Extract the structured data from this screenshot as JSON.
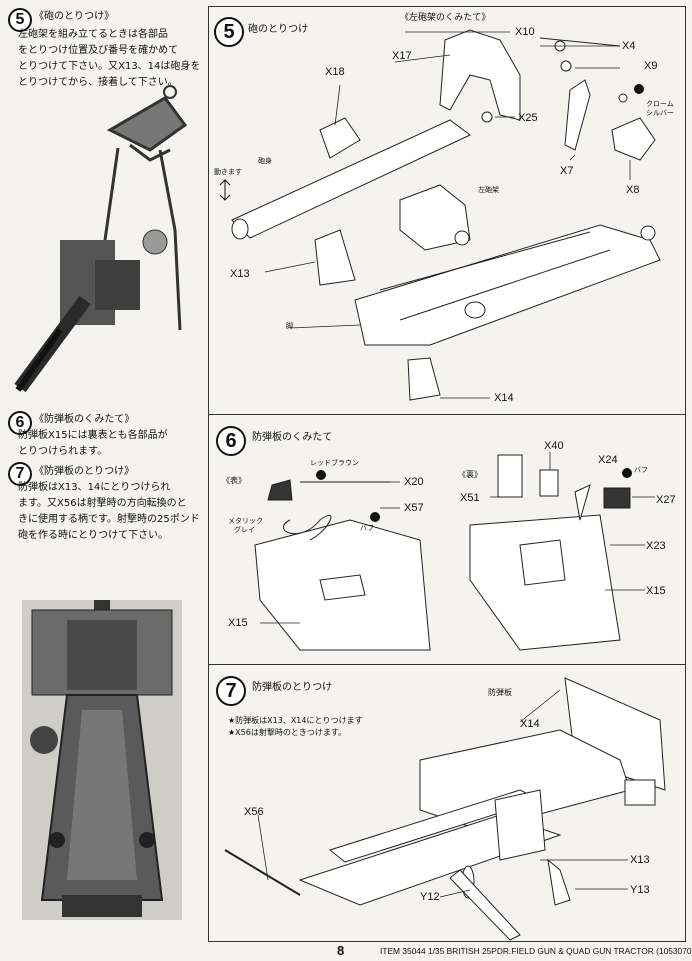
{
  "left": {
    "s5": {
      "num": "5",
      "title": "《砲のとりつけ》",
      "body": [
        "左砲架を組み立てるときは各部品",
        "をとりつけ位置及び番号を確かめて",
        "とりつけて下さい。又X13、14は砲身を",
        "とりつけてから、接着して下さい。"
      ]
    },
    "s6": {
      "num": "6",
      "title": "《防弾板のくみたて》",
      "body": [
        "防弾板X15には裏表とも各部品が",
        "とりつけられます。"
      ]
    },
    "s7": {
      "num": "7",
      "title": "《防弾板のとりつけ》",
      "body": [
        "防弾板はX13、14にとりつけられ",
        "ます。又X56は射撃時の方向転換のと",
        "きに使用する柄です。射撃時の25ポンド",
        "砲を作る時にとりつけて下さい。"
      ]
    }
  },
  "panel5": {
    "num": "5",
    "title": "砲のとりつけ",
    "subtitle": "《左砲架のくみたて》",
    "labels": {
      "x10": "X10",
      "x17": "X17",
      "x4": "X4",
      "x9": "X9",
      "x25": "X25",
      "chrome": [
        "クローム",
        "シルバー"
      ],
      "x7": "X7",
      "x8": "X8",
      "x18": "X18",
      "barrel": "砲身",
      "moves": "動きます",
      "left_carriage": "左砲架",
      "x13": "X13",
      "trail": "脚",
      "x14": "X14"
    }
  },
  "panel6": {
    "num": "6",
    "title": "防弾板のくみたて",
    "labels": {
      "front": "《表》",
      "back": "《裏》",
      "red_brown": "レッドブラウン",
      "x20": "X20",
      "x57": "X57",
      "metallic": [
        "メタリック",
        "グレイ"
      ],
      "buff": "バフ",
      "x15a": "X15",
      "x40": "X40",
      "x24": "X24",
      "buff2": "バフ",
      "x51": "X51",
      "x27": "X27",
      "x23": "X23",
      "x15b": "X15"
    }
  },
  "panel7": {
    "num": "7",
    "title": "防弾板のとりつけ",
    "notes": [
      "★防弾板はX13、X14にとりつけます",
      "★X56は射撃時のときつけます。"
    ],
    "labels": {
      "shield": "防弾板",
      "x14": "X14",
      "x56": "X56",
      "x13": "X13",
      "y12": "Y12",
      "y13": "Y13"
    }
  },
  "footer": {
    "page": "8",
    "item": "ITEM 35044  1/35 BRITISH 25PDR.FIELD GUN & QUAD GUN TRACTOR (1053070)"
  }
}
